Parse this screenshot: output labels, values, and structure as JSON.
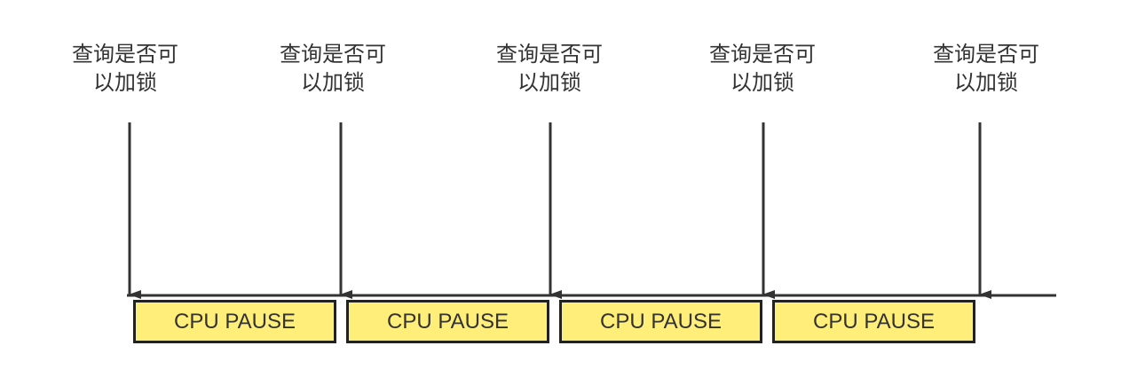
{
  "query_points": [
    {
      "line1": "查询是否可",
      "line2": "以加锁"
    },
    {
      "line1": "查询是否可",
      "line2": "以加锁"
    },
    {
      "line1": "查询是否可",
      "line2": "以加锁"
    },
    {
      "line1": "查询是否可",
      "line2": "以加锁"
    },
    {
      "line1": "查询是否可",
      "line2": "以加锁"
    }
  ],
  "pause_boxes": [
    {
      "label": "CPU PAUSE"
    },
    {
      "label": "CPU PAUSE"
    },
    {
      "label": "CPU PAUSE"
    },
    {
      "label": "CPU PAUSE"
    }
  ],
  "colors": {
    "pause_fill": "#ffee7a",
    "line": "#333333",
    "text": "#333333"
  }
}
